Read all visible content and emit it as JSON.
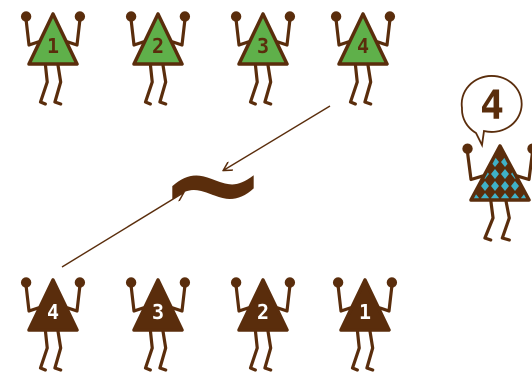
{
  "colors": {
    "brown": "#5a2d0c",
    "green": "#5fb04a",
    "cyan": "#3fb2c8",
    "white": "#ffffff"
  },
  "top_row": {
    "labels": [
      "1",
      "2",
      "3",
      "4"
    ]
  },
  "bottom_row": {
    "labels": [
      "4",
      "3",
      "2",
      "1"
    ]
  },
  "operator": {
    "symbol": "~"
  },
  "bubble": {
    "label": "4"
  }
}
